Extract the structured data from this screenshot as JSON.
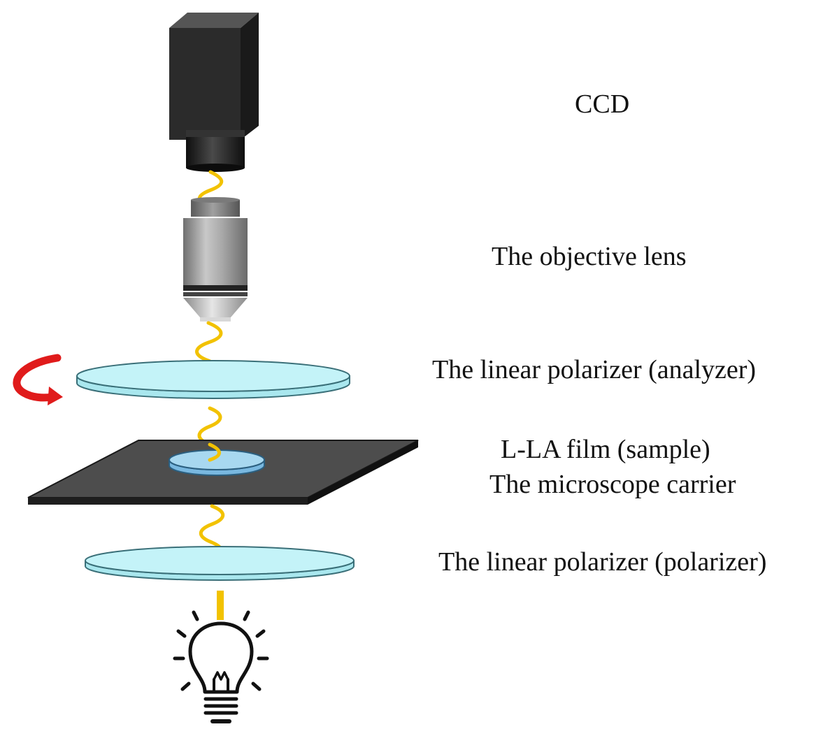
{
  "labels": {
    "ccd": "CCD",
    "objective_lens": "The objective lens",
    "analyzer": "The linear polarizer (analyzer)",
    "sample_prefix": "L",
    "sample_rest": "-LA film (sample)",
    "carrier": "The microscope carrier",
    "polarizer": "The linear polarizer (polarizer)"
  },
  "colors": {
    "camera_body": "#2b2b2b",
    "camera_lens": "#1c1c1c",
    "objective": "#9a9a9a",
    "polarizer_fill": "#b9f0f6",
    "polarizer_edge": "#3a6f78",
    "carrier": "#4d4d4d",
    "sample": "#a8d8f0",
    "light_wave": "#f2c200",
    "rotation_arrow": "#e01b1b",
    "bulb": "#111111"
  },
  "icons": {
    "camera": "ccd-camera-icon",
    "objective": "objective-lens-icon",
    "rotation": "rotation-arrow-icon",
    "bulb": "light-bulb-icon"
  }
}
